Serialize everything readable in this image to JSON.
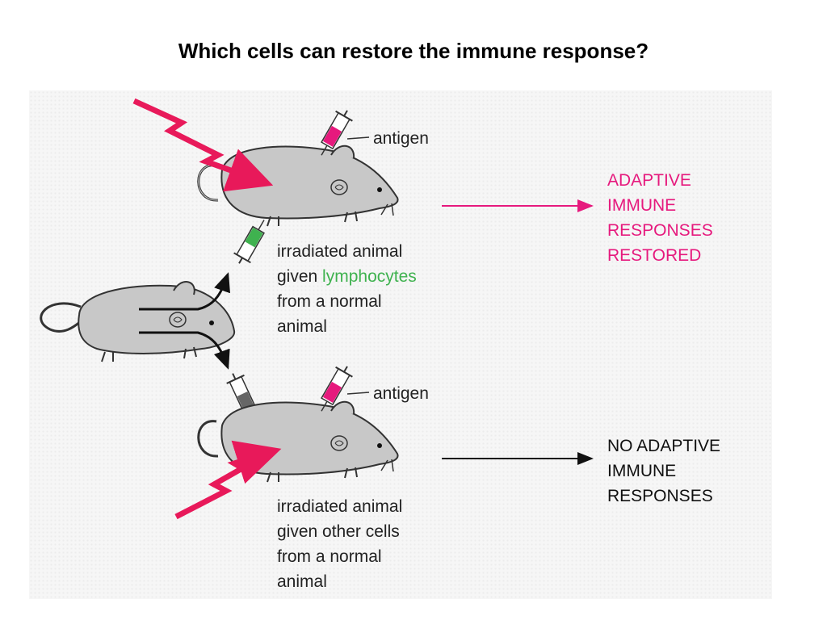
{
  "slide": {
    "title": "Which cells can restore the immune response?"
  },
  "top": {
    "antigen_label": "antigen",
    "description_line1": "irradiated animal",
    "description_line2_prefix": "given ",
    "description_line2_highlight": "lymphocytes",
    "description_line3": "from a normal",
    "description_line4": "animal",
    "outcome_line1": "ADAPTIVE",
    "outcome_line2": "IMMUNE",
    "outcome_line3": "RESPONSES",
    "outcome_line4": "RESTORED",
    "outcome_color": "#e6197d",
    "highlight_color": "#3fb24f"
  },
  "bottom": {
    "antigen_label": "antigen",
    "description_line1": "irradiated animal",
    "description_line2": "given other cells",
    "description_line3": "from a normal",
    "description_line4": "animal",
    "outcome_line1": "NO ADAPTIVE",
    "outcome_line2": "IMMUNE",
    "outcome_line3": "RESPONSES",
    "outcome_color": "#111111"
  },
  "colors": {
    "mouse_fill": "#c8c8c8",
    "mouse_stroke": "#333333",
    "radiation": "#e8195a",
    "antigen_syringe": "#e6197d",
    "lymphocyte_syringe": "#3fb24f",
    "other_cells_syringe": "#555555"
  }
}
